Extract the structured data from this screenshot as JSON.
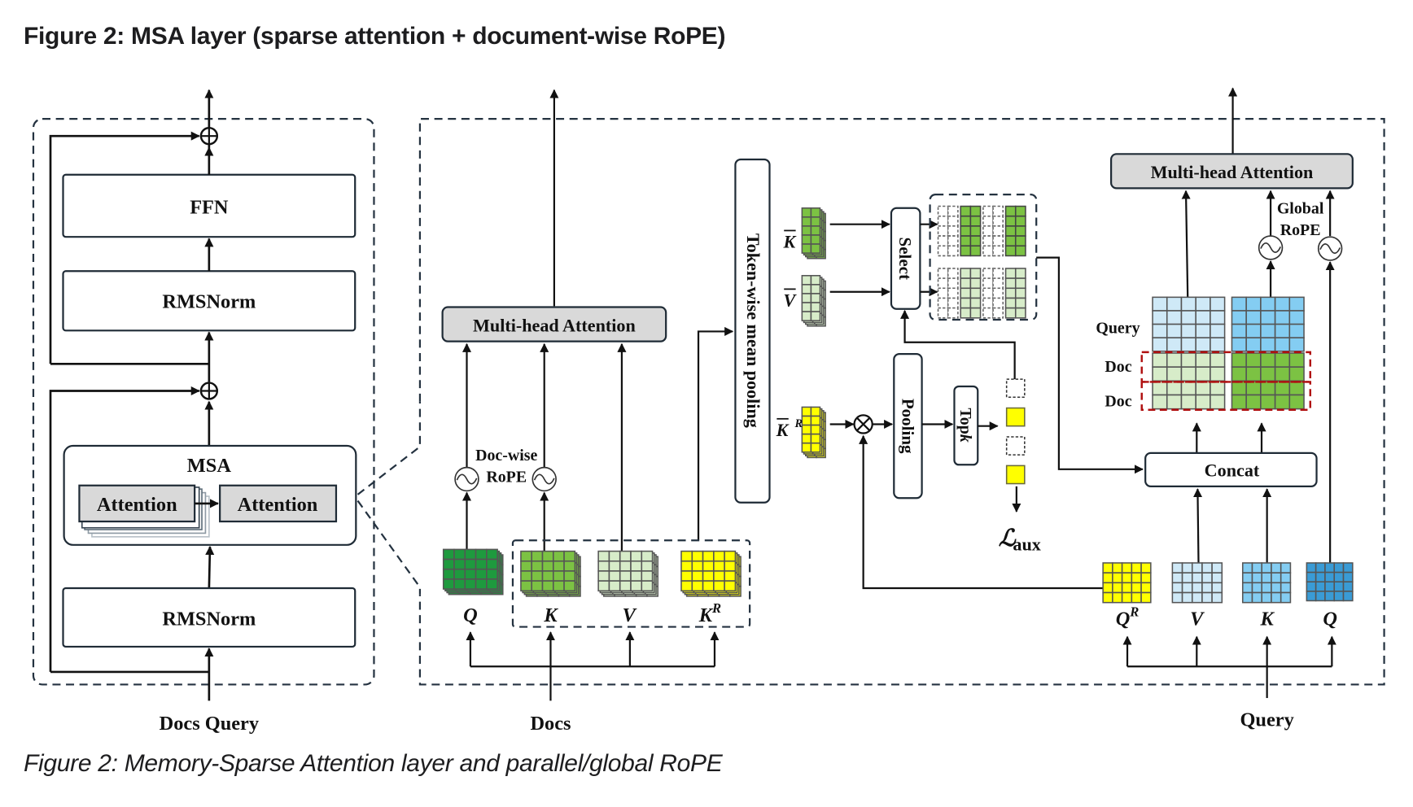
{
  "header": {
    "title": "Figure 2: MSA layer (sparse attention + document-wise RoPE)"
  },
  "caption": "Figure 2: Memory-Sparse Attention layer and parallel/global RoPE",
  "colors": {
    "dark_green": "#1e9a3e",
    "mid_green": "#7cc243",
    "light_green": "#d7ecc9",
    "yellow": "#ffff00",
    "light_blue": "#cfe9f7",
    "mid_blue": "#84cdf2",
    "dark_blue": "#3a9bd5",
    "gray_block": "#d9d9d9",
    "red_dash": "#b01010"
  },
  "left_panel": {
    "ffn": "FFN",
    "rmsnorm_top": "RMSNorm",
    "msa": "MSA",
    "attention_1": "Attention",
    "attention_2": "Attention",
    "rmsnorm_bottom": "RMSNorm",
    "input_label": "Docs Query"
  },
  "middle_panel": {
    "mha": "Multi-head Attention",
    "rope_label_1": "Doc-wise",
    "rope_label_2": "RoPE",
    "q": "Q",
    "k": "K",
    "v": "V",
    "kr": "K",
    "kr_sup": "R",
    "input_label": "Docs",
    "pooling_vertical": "Token-wise mean pooling",
    "kbar": "K",
    "vbar": "V",
    "krbar": "K",
    "krbar_sup": "R",
    "select": "Select",
    "pooling": "Pooling",
    "topk": "Top",
    "topk_k": "k",
    "laux": "ℒ",
    "laux_sub": "aux"
  },
  "right_panel": {
    "mha": "Multi-head Attention",
    "global_rope_1": "Global",
    "global_rope_2": "RoPE",
    "row_query": "Query",
    "row_doc_1": "Doc",
    "row_doc_2": "Doc",
    "concat": "Concat",
    "qr": "Q",
    "qr_sup": "R",
    "v": "V",
    "k": "K",
    "q": "Q",
    "input_label": "Query"
  },
  "topk_slots": [
    "empty",
    "filled",
    "empty",
    "filled"
  ]
}
